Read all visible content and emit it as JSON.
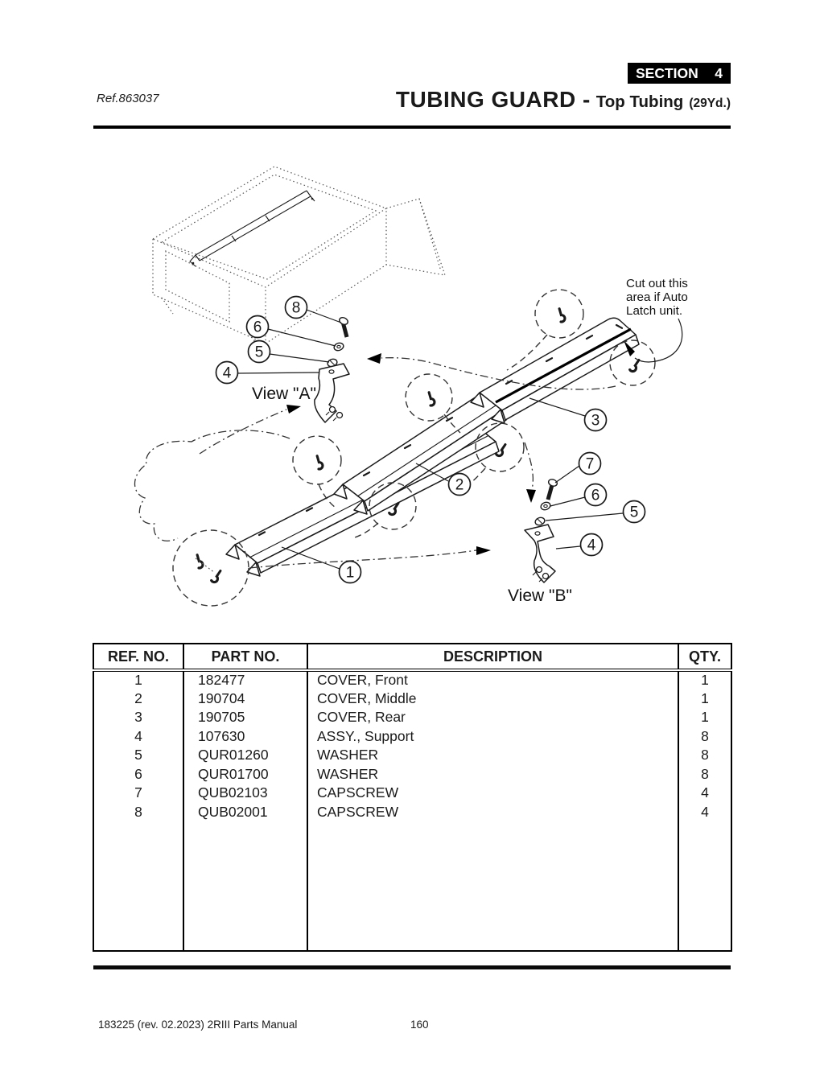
{
  "header": {
    "ref_label": "Ref.863037",
    "section_word": "SECTION",
    "section_number": "4",
    "title_main": "TUBING GUARD -",
    "title_sub": "Top Tubing",
    "title_size": "(29Yd.)"
  },
  "diagram": {
    "note_line1": "Cut out this",
    "note_line2": "area if Auto",
    "note_line3": "Latch unit.",
    "view_a_label": "View \"A\"",
    "view_b_label": "View \"B\"",
    "balloons": [
      "8",
      "6",
      "5",
      "4",
      "3",
      "2",
      "1",
      "7",
      "6",
      "5",
      "4"
    ]
  },
  "table": {
    "headers": [
      "REF. NO.",
      "PART NO.",
      "DESCRIPTION",
      "QTY."
    ],
    "rows": [
      [
        "1",
        "182477",
        "COVER, Front",
        "1"
      ],
      [
        "2",
        "190704",
        "COVER, Middle",
        "1"
      ],
      [
        "3",
        "190705",
        "COVER, Rear",
        "1"
      ],
      [
        "4",
        "107630",
        "ASSY., Support",
        "8"
      ],
      [
        "5",
        "QUR01260",
        "WASHER",
        "8"
      ],
      [
        "6",
        "QUR01700",
        "WASHER",
        "8"
      ],
      [
        "7",
        "QUB02103",
        "CAPSCREW",
        "4"
      ],
      [
        "8",
        "QUB02001",
        "CAPSCREW",
        "4"
      ]
    ]
  },
  "footer": {
    "left_text": "183225  (rev. 02.2023) 2RIII Parts Manual",
    "page_number": "160"
  }
}
